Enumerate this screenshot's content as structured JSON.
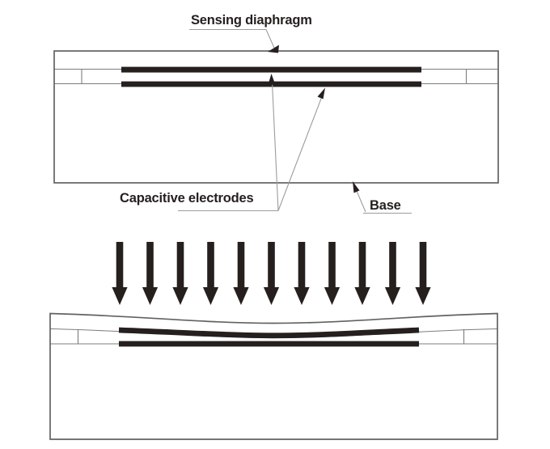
{
  "figure": {
    "type": "capacitive-pressure-sensor-cross-section",
    "labels": {
      "sensing_diaphragm": "Sensing diaphragm",
      "capacitive_electrodes": "Capacitive electrodes",
      "base": "Base"
    },
    "pressure_arrows": {
      "count": 11
    },
    "colors": {
      "ink": "#251f1e",
      "outline": "#626264",
      "thin_line": "#7d7d7f",
      "leader": "#9c9c9c",
      "background": "#ffffff"
    }
  }
}
